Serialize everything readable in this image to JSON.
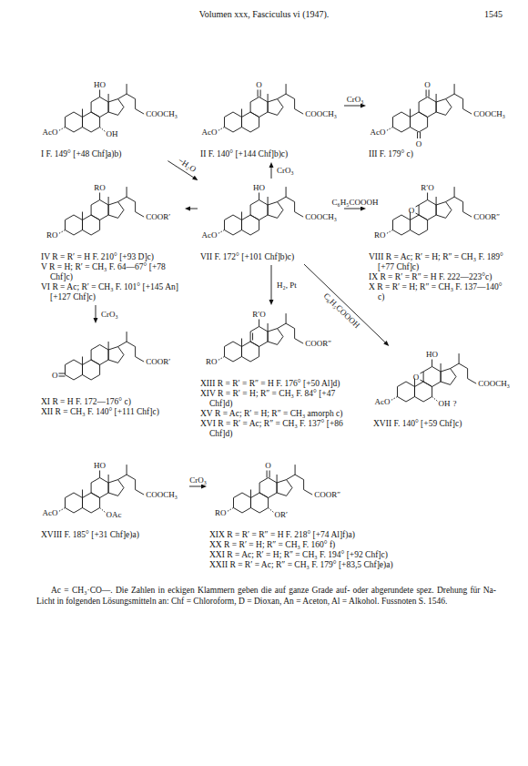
{
  "diagram": {
    "nodes": [
      {
        "text": [
          "I F. 149° [+48 Chf]a)b)"
        ]
      },
      {
        "text": [
          "II F. 140° [+144 Chf]b)c)"
        ]
      },
      {
        "text": [
          "III F. 179° c)"
        ]
      },
      {
        "text": [
          "IV R = R′ = H F. 210° [+93 D]c)",
          "V R = H; R′ = CH₃ F. 64—67° [+78 Chf]c)",
          "VI R = Ac; R′ = CH₃ F. 101° [+145 An] [+127 Chf]c)"
        ]
      },
      {
        "text": [
          "VII F. 172° [+101 Chf]b)c)"
        ]
      },
      {
        "text": [
          "VIII R = Ac; R′ = H; R″ = CH₃ F. 189° [+77 Chf]c)",
          "IX R = R′ = R″ = H F. 222—223°c)",
          "X R = R′ = H; R″ = CH₃ F. 137—140° c)"
        ]
      },
      {
        "text": [
          "XI R = H F. 172—176° c)",
          "XII R = CH₃ F. 140° [+111 Chf]c)"
        ]
      },
      {
        "text": [
          "XIII R = R′ = R″ = H F. 176° [+50 Al]d)",
          "XIV R = R′ = H; R″ = CH₃ F. 84° [+47 Chf]d)",
          "XV R = Ac; R′ = H; R″ = CH₃ amorph c)",
          "XVI R = R′ = Ac; R″ = CH₃ F. 137° [+86 Chf]d)"
        ]
      },
      {
        "text": [
          "XVII F. 140° [+59 Chf]c)"
        ]
      },
      {
        "text": [
          "XVIII F. 185° [+31 Chf]e)a)"
        ]
      },
      {
        "text": [
          "XIX R = R′ = R″ = H F. 218° [+74 Al]f)a)",
          "XX R = R′ = H; R″ = CH₃ F. 160° f)",
          "XXI R = Ac; R′ = H; R″ = CH₃ F. 194° [+92 Chf]c)",
          "XXII R = R′ = Ac; R″ = CH₃ F. 179° [+83,5 Chf]e)a)"
        ]
      }
    ],
    "edges": [
      {
        "from": 0,
        "to": 4,
        "arrow": "to",
        "label": "−H₂O"
      },
      {
        "from": 4,
        "to": 1,
        "arrow": "to",
        "label": "CrO₃"
      },
      {
        "from": 1,
        "to": 2,
        "arrow": "to",
        "label": "CrO₃"
      },
      {
        "from": 4,
        "to": 3,
        "arrow": "to"
      },
      {
        "from": 4,
        "to": 5,
        "arrow": "to",
        "label": "C₆H₅COOOH"
      },
      {
        "from": 3,
        "to": 6,
        "arrow": "to",
        "label": "CrO₃"
      },
      {
        "from": 4,
        "to": 7,
        "arrow": "to",
        "label": "H₂, Pt"
      },
      {
        "from": 4,
        "to": 8,
        "arrow": "to",
        "label": "C₆H₅COOOH"
      },
      {
        "from": 9,
        "to": 10,
        "arrow": "to",
        "label": "CrO₃"
      }
    ],
    "labels": [
      "Volumen xxx, Fasciculus vi (1947).",
      "1545",
      "HO",
      "COOCH₃",
      "AcO",
      "OH",
      "O",
      "COOCH₃",
      "AcO",
      "O",
      "COOCH₃",
      "AcO",
      "O",
      "RO",
      "COOR′",
      "RO",
      "HO",
      "COOCH₃",
      "AcO",
      "R′O",
      "COOR″",
      "RO",
      "O",
      "COOR′",
      "O",
      "R′O",
      "COOR″",
      "RO",
      "HO",
      "COOCH₃",
      "AcO",
      "OH",
      "?",
      "O",
      "HO",
      "COOCH₃",
      "AcO",
      "OAc",
      "O",
      "COOR″",
      "RO",
      "OR′",
      "Ac = CH₃·CO—. Die Zahlen in eckigen Klammern geben die auf ganze Grade auf- oder abgerundete spez. Drehung für Na-Licht in folgenden Lösungsmitteln an: Chf = Chloroform, D = Dioxan, An = Aceton, Al = Alkohol. Fussnoten S. 1546."
    ]
  }
}
